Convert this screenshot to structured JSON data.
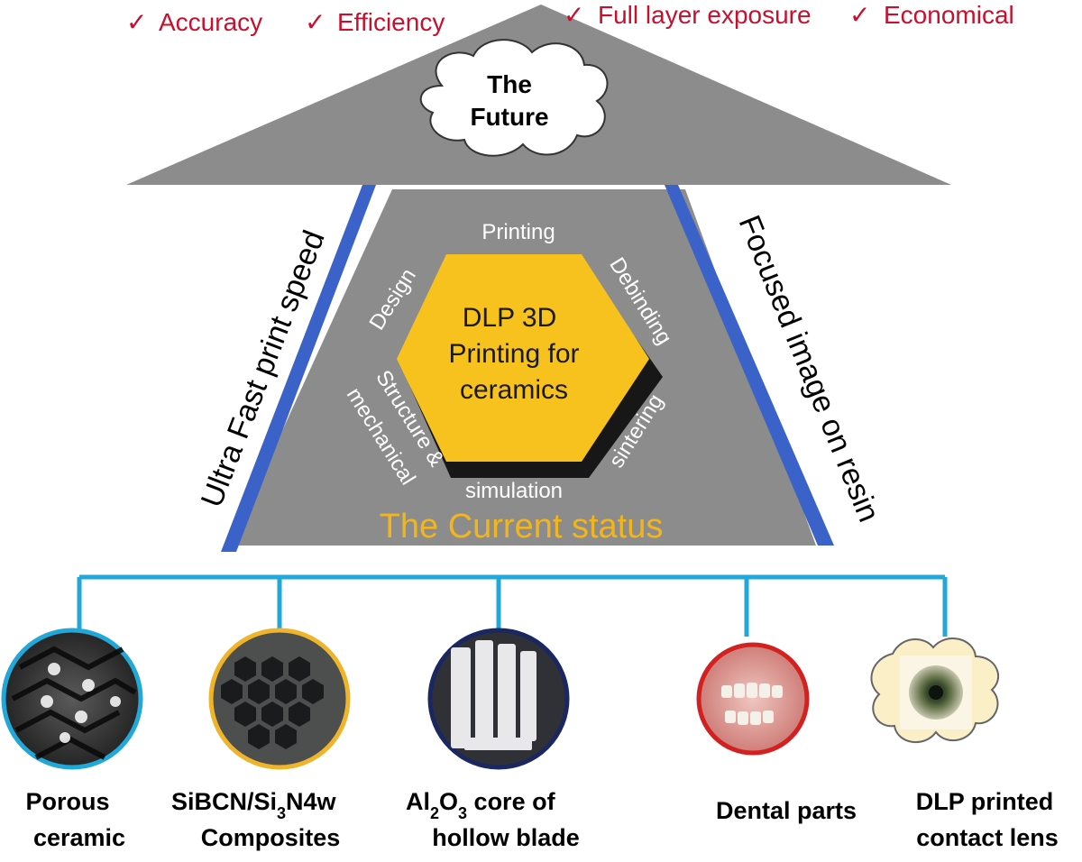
{
  "future": {
    "benefits": [
      "Accuracy",
      "Efficiency",
      "Full layer exposure",
      "Economical"
    ],
    "check_mark": "✓",
    "cloud_line1": "The",
    "cloud_line2": "Future"
  },
  "sides": {
    "left": "Ultra Fast print speed",
    "right": "Focused image on resin"
  },
  "center": {
    "hex_line1": "DLP 3D",
    "hex_line2": "Printing for",
    "hex_line3": "ceramics",
    "steps": {
      "printing": "Printing",
      "debinding": "Debinding",
      "sintering": "sintering",
      "simulation": "simulation",
      "structure": "Structure &",
      "mechanical": "mechanical",
      "design": "Design"
    },
    "status": "The Current status"
  },
  "applications": [
    {
      "line1": "Porous",
      "line2": "ceramic"
    },
    {
      "line1": "SiBCN/Si",
      "sub": "3",
      "line1b": "N4w",
      "line2": "Composites"
    },
    {
      "pre": "Al",
      "sub1": "2",
      "mid": "O",
      "sub2": "3",
      "post": " core of",
      "line2": "hollow blade"
    },
    {
      "line1": "Dental parts"
    },
    {
      "line1": "DLP printed",
      "line2": "contact lens"
    }
  ],
  "colors": {
    "gray": "#8c8c8c",
    "hex_fill": "#f7c21e",
    "status_text": "#f2b51c",
    "blue_stripe": "#3a62c8",
    "connector": "#21a7d8",
    "red_text": "#c8102e"
  }
}
